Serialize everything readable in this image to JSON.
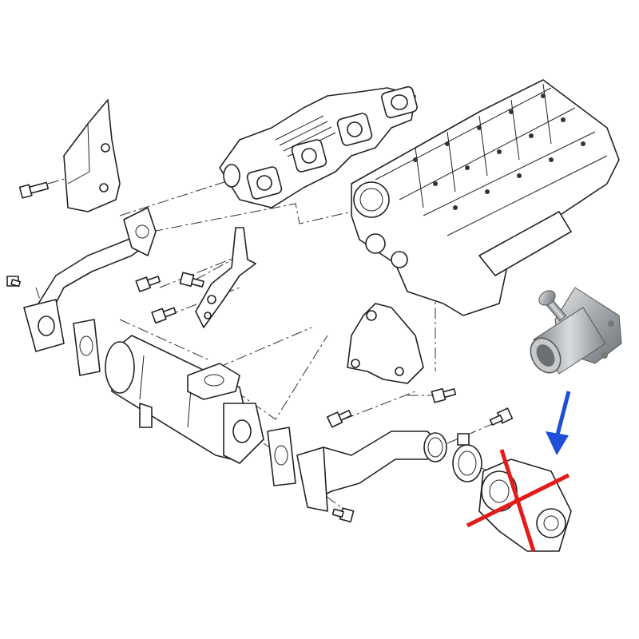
{
  "diagram": {
    "kind": "exploded-parts-view",
    "parts": [
      "exhaust-manifold",
      "cylinder-head",
      "heat-shield-bracket",
      "egr-pipe-upper",
      "egr-cooler",
      "egr-pipe-lower",
      "support-bracket",
      "egr-valve",
      "egr-blanking-adapter",
      "bolts",
      "gaskets",
      "hose-clamp"
    ],
    "annotations": {
      "replacement_arrow_color": "#1f4fd8",
      "removed_part_cross_color": "#e41b1b",
      "adapter_color": "#9a9ea2"
    }
  }
}
